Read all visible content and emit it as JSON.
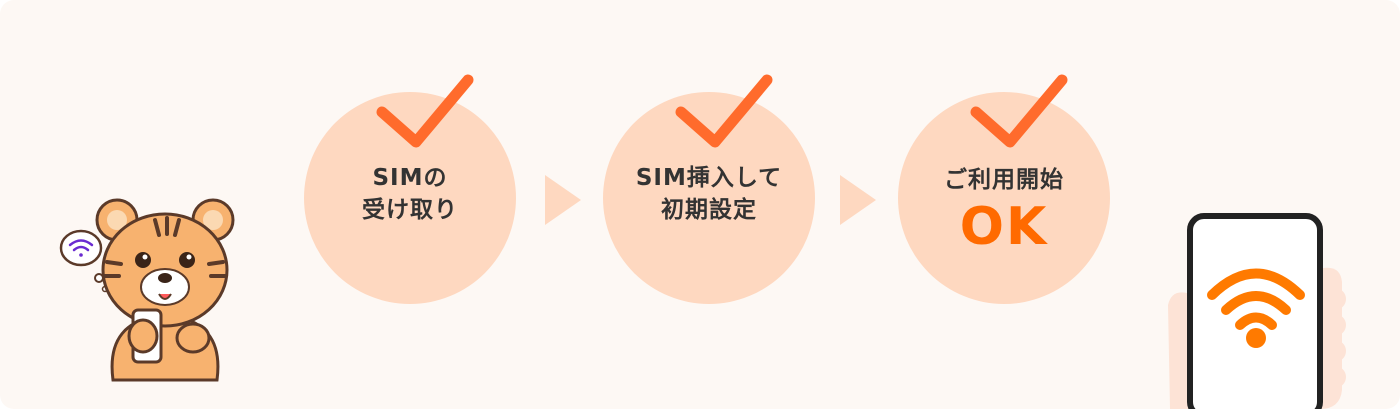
{
  "steps": [
    {
      "line1": "SIMの",
      "line2": "受け取り"
    },
    {
      "line1": "SIM挿入して",
      "line2": "初期設定"
    },
    {
      "line1": "ご利用開始",
      "ok": "OK"
    }
  ],
  "colors": {
    "accent": "#ff6a00",
    "check": "#ff6b2c",
    "circle": "#fed8c0",
    "background": "#fdf8f4"
  },
  "icons": {
    "check": "check-icon",
    "arrow": "arrow-right-icon",
    "wifi": "wifi-icon",
    "mascot": "tiger-mascot"
  }
}
